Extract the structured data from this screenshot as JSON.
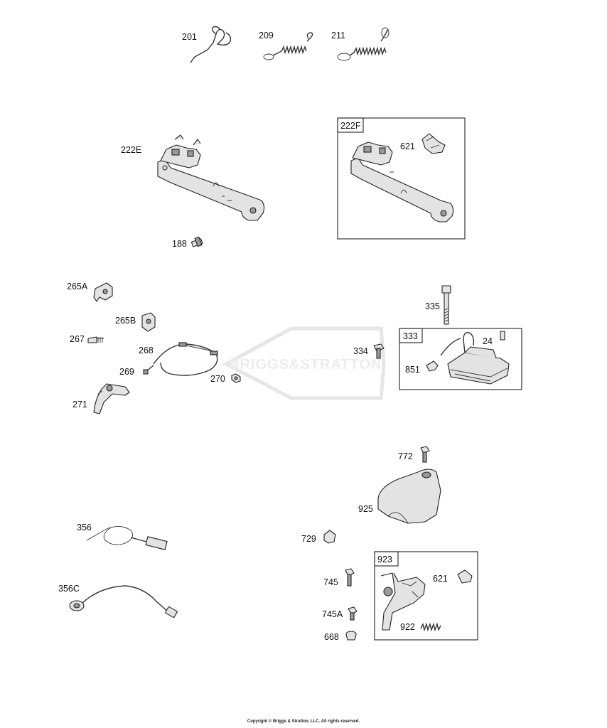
{
  "callouts": {
    "p201": "201",
    "p209": "209",
    "p211": "211",
    "p222E": "222E",
    "p222F": "222F",
    "p621_top": "621",
    "p188": "188",
    "p265A": "265A",
    "p265B": "265B",
    "p267": "267",
    "p268": "268",
    "p269": "269",
    "p270": "270",
    "p271": "271",
    "p334": "334",
    "p335": "335",
    "p333": "333",
    "p24": "24",
    "p851": "851",
    "p772": "772",
    "p925": "925",
    "p729": "729",
    "p356": "356",
    "p356C": "356C",
    "p923": "923",
    "p745": "745",
    "p621_bottom": "621",
    "p745A": "745A",
    "p922": "922",
    "p668": "668"
  },
  "watermark": "BRIGGS&STRATTON",
  "footer": "Copyright © Briggs & Stratton, LLC. All rights reserved."
}
